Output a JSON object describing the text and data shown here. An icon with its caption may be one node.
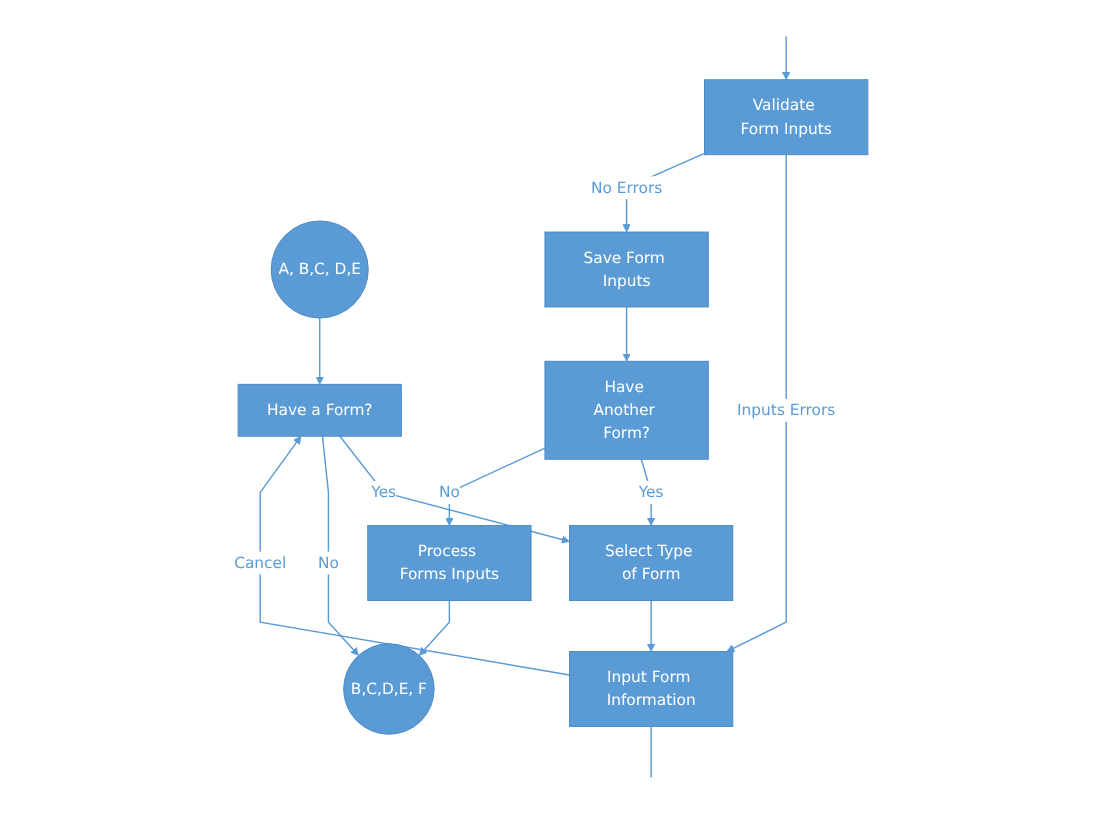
{
  "diagram": {
    "nodes": [
      {
        "text": [
          "A, B,C, D,E"
        ]
      },
      {
        "text": [
          "Have a Form?"
        ]
      },
      {
        "text": [
          "Select Type of Form"
        ]
      },
      {
        "text": [
          "Input Form Information"
        ]
      },
      {
        "text": [
          "Validate Form Inputs"
        ]
      },
      {
        "text": [
          "Save Form Inputs"
        ]
      },
      {
        "text": [
          "Have Another Form?"
        ]
      },
      {
        "text": [
          "B,C,D,E, F"
        ]
      },
      {
        "text": [
          "Process Forms Inputs"
        ]
      }
    ],
    "edges": [
      {
        "from": 0,
        "to": 1,
        "arrow": "to"
      },
      {
        "from": 1,
        "to": 2,
        "arrow": "to",
        "label": "Yes"
      },
      {
        "from": 2,
        "to": 3,
        "arrow": "to"
      },
      {
        "from": 3,
        "to": 1,
        "arrow": "to",
        "label": "Cancel"
      },
      {
        "from": 3,
        "to": null,
        "arrow": "none"
      },
      {
        "from": null,
        "to": 4,
        "arrow": "to"
      },
      {
        "from": 4,
        "to": 3,
        "arrow": "to",
        "label": "Inputs Errors"
      },
      {
        "from": 4,
        "to": 5,
        "arrow": "to",
        "label": "No Errors"
      },
      {
        "from": 5,
        "to": 6,
        "arrow": "to"
      },
      {
        "from": 6,
        "to": 2,
        "arrow": "to",
        "label": "Yes"
      },
      {
        "from": 6,
        "to": 8,
        "arrow": "to",
        "label": "No"
      },
      {
        "from": 1,
        "to": 7,
        "arrow": "to",
        "label": "No"
      },
      {
        "from": 8,
        "to": 7,
        "arrow": "to"
      }
    ]
  }
}
